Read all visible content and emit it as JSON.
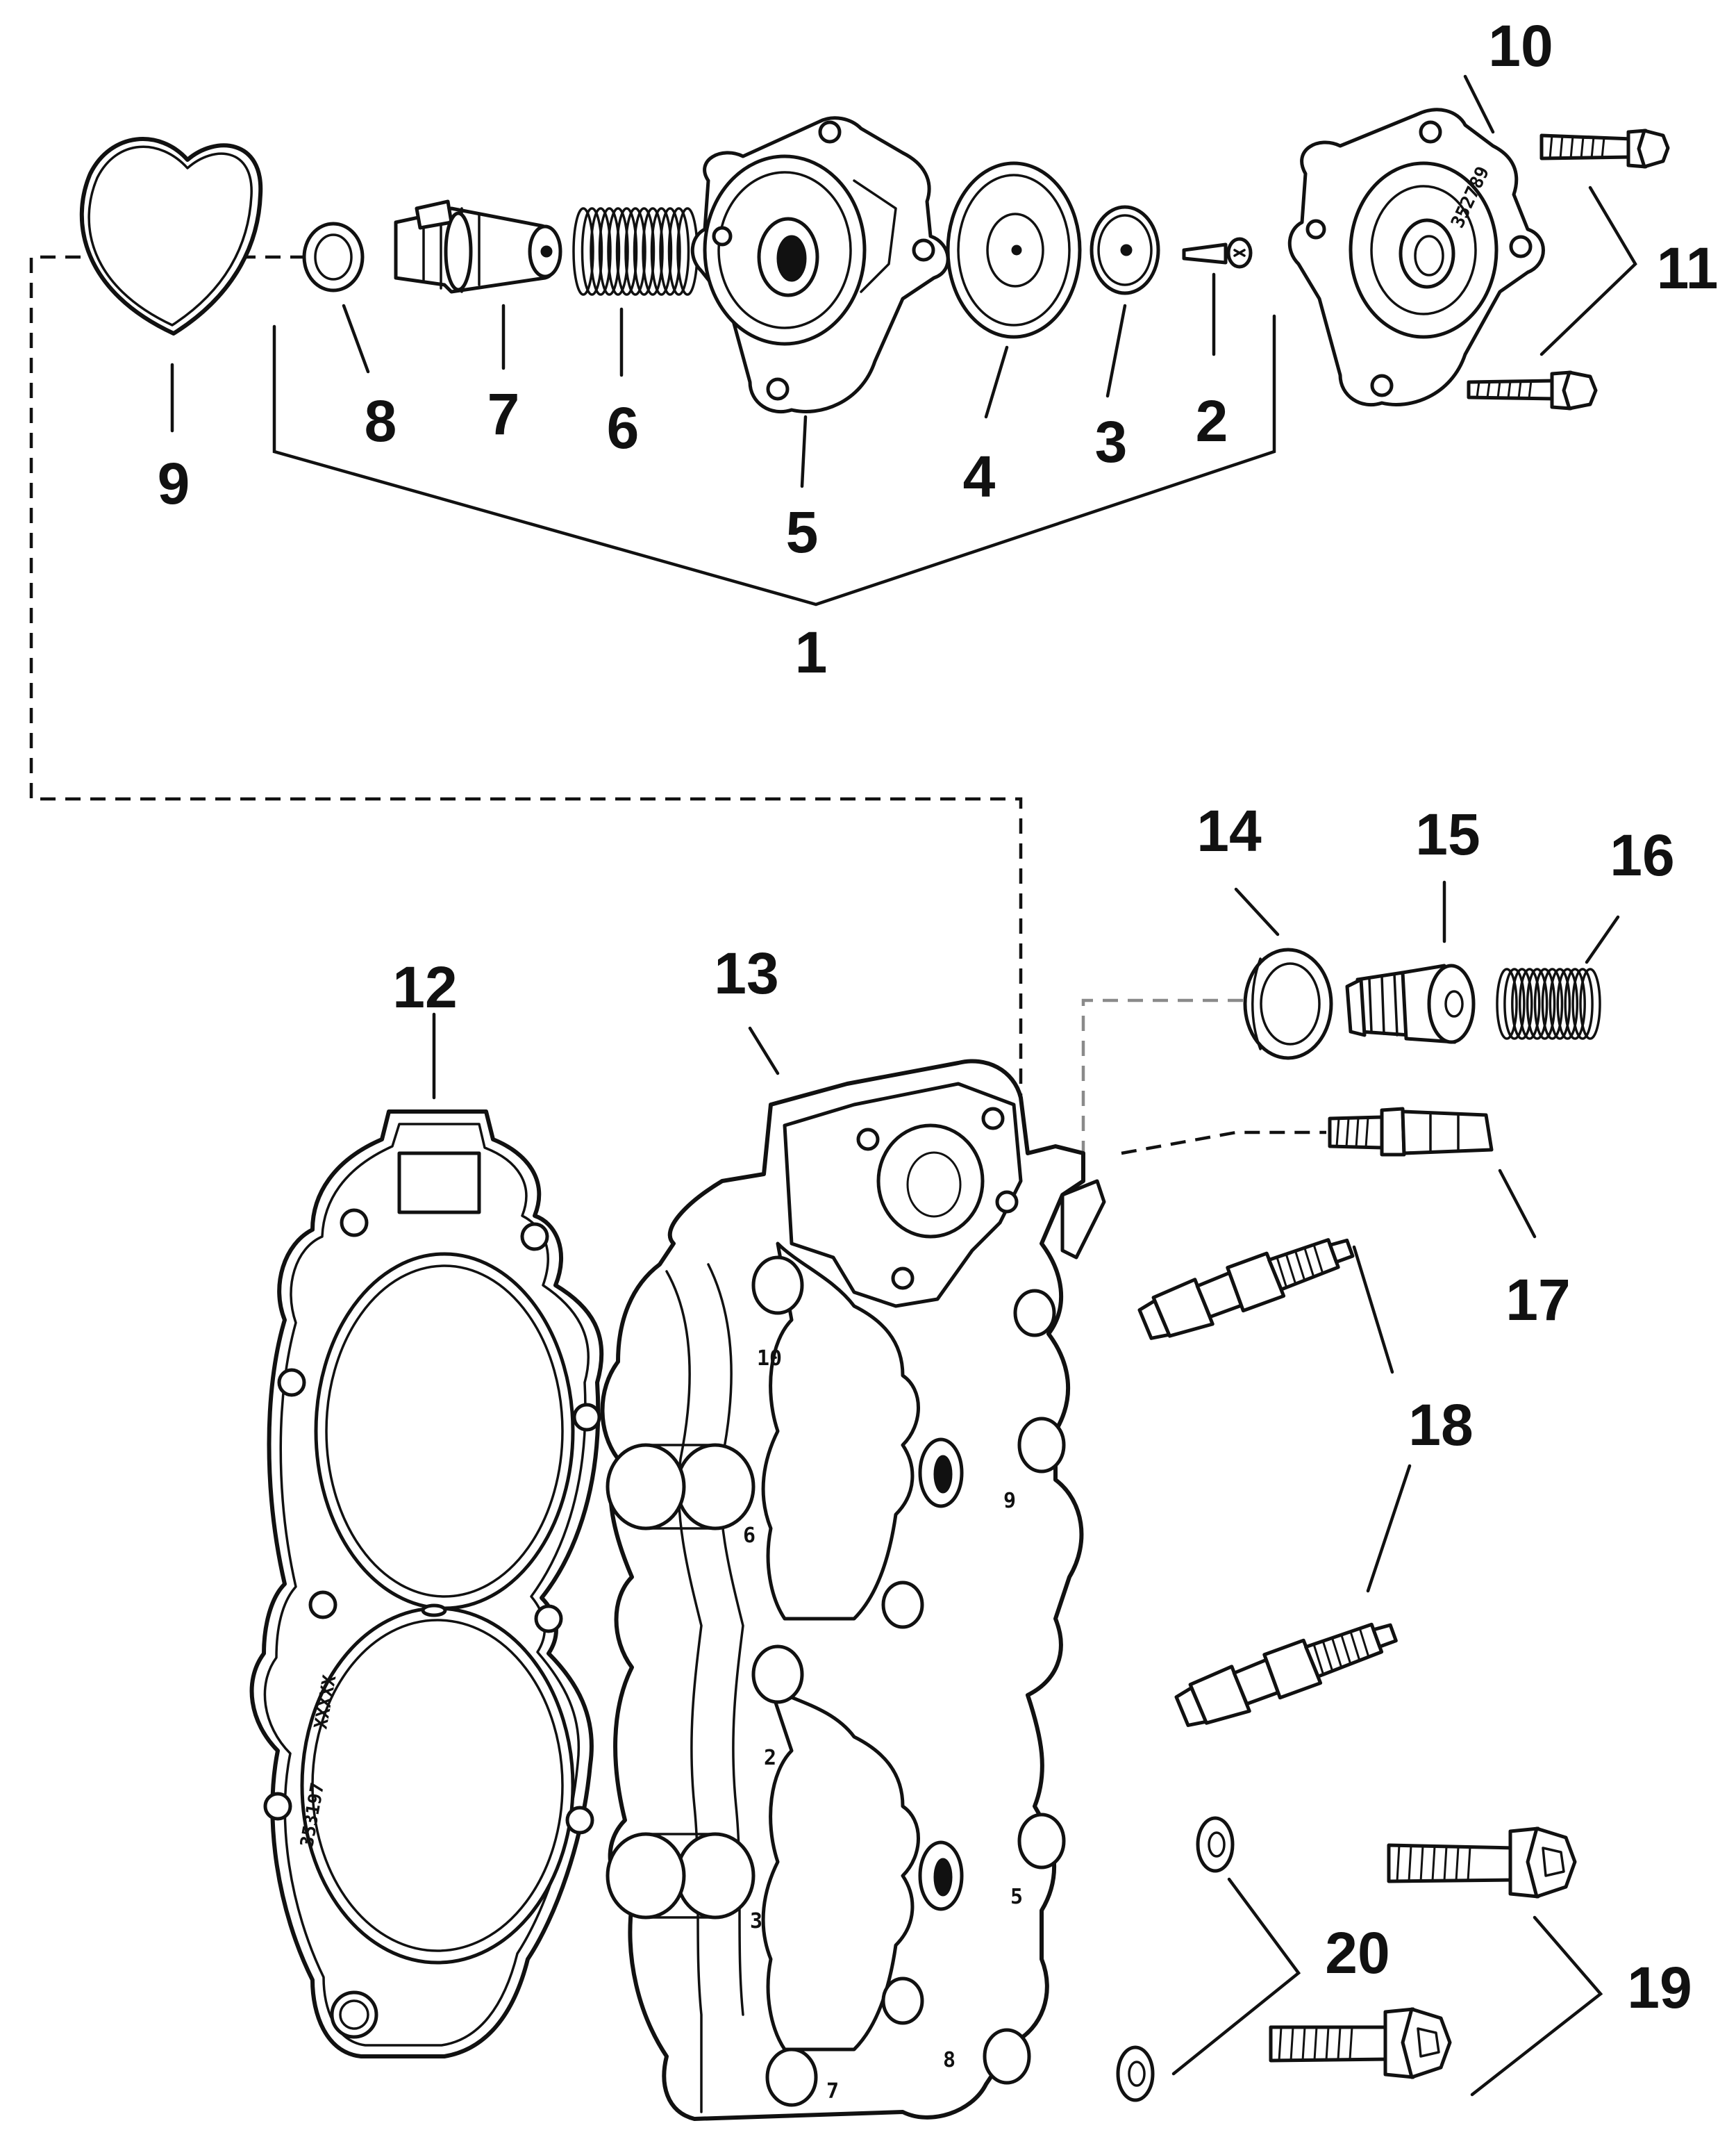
{
  "callouts": [
    "1",
    "2",
    "3",
    "4",
    "5",
    "6",
    "7",
    "8",
    "9",
    "10",
    "11",
    "12",
    "13",
    "14",
    "15",
    "16",
    "17",
    "18",
    "19",
    "20"
  ],
  "callout_18_second": "18",
  "stamps": {
    "cover_code": "352789",
    "gasket_code": "353197",
    "gasket_xxxx": "XXXXX",
    "torque_numbers": [
      "10",
      "6",
      "2",
      "3",
      "7",
      "8",
      "9",
      "5"
    ]
  },
  "colors": {
    "ink": "#111111",
    "paper": "#ffffff",
    "gray_leader": "#8a8a8a"
  }
}
